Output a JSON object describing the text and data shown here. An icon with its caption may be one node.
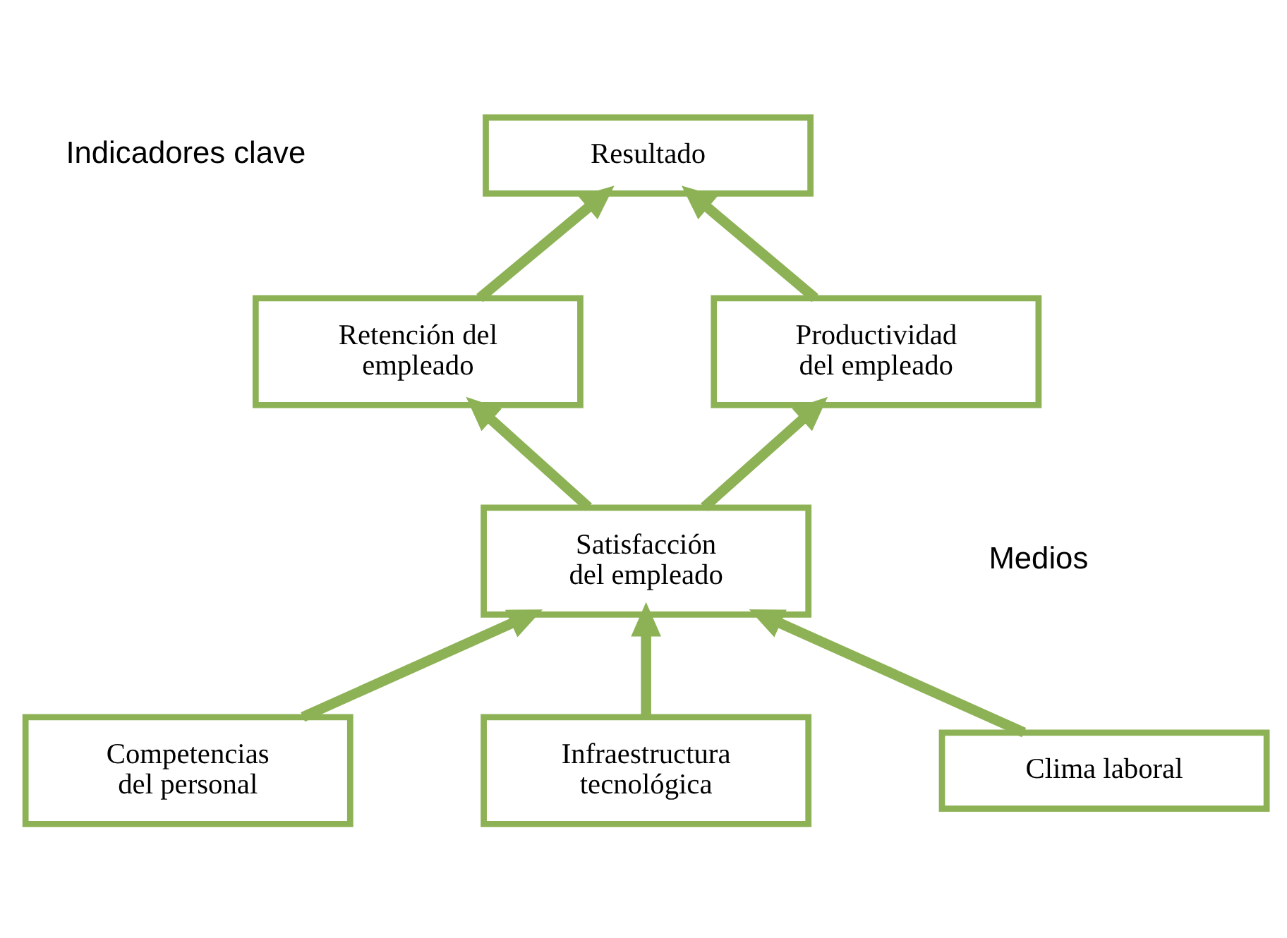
{
  "diagram": {
    "nodes": [
      {
        "text": [
          "Resultado"
        ]
      },
      {
        "text": [
          "Retención del empleado"
        ]
      },
      {
        "text": [
          "Productividad del empleado"
        ]
      },
      {
        "text": [
          "Satisfacción del empleado"
        ]
      },
      {
        "text": [
          "Competencias del personal"
        ]
      },
      {
        "text": [
          "Infraestructura tecnológica"
        ]
      },
      {
        "text": [
          "Clima laboral"
        ]
      }
    ],
    "edges": [
      {
        "from": 1,
        "to": 0,
        "arrow": "to"
      },
      {
        "from": 2,
        "to": 0,
        "arrow": "to"
      },
      {
        "from": 3,
        "to": 1,
        "arrow": "to"
      },
      {
        "from": 3,
        "to": 2,
        "arrow": "to"
      },
      {
        "from": 4,
        "to": 3,
        "arrow": "to"
      },
      {
        "from": 5,
        "to": 3,
        "arrow": "to"
      },
      {
        "from": 6,
        "to": 3,
        "arrow": "to"
      }
    ],
    "labels": [
      "Indicadores clave",
      "Medios"
    ]
  }
}
